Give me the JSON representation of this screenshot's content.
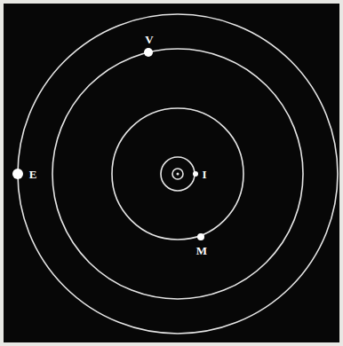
{
  "diagram": {
    "labels": [
      "V",
      "E",
      "I",
      "M"
    ]
  }
}
